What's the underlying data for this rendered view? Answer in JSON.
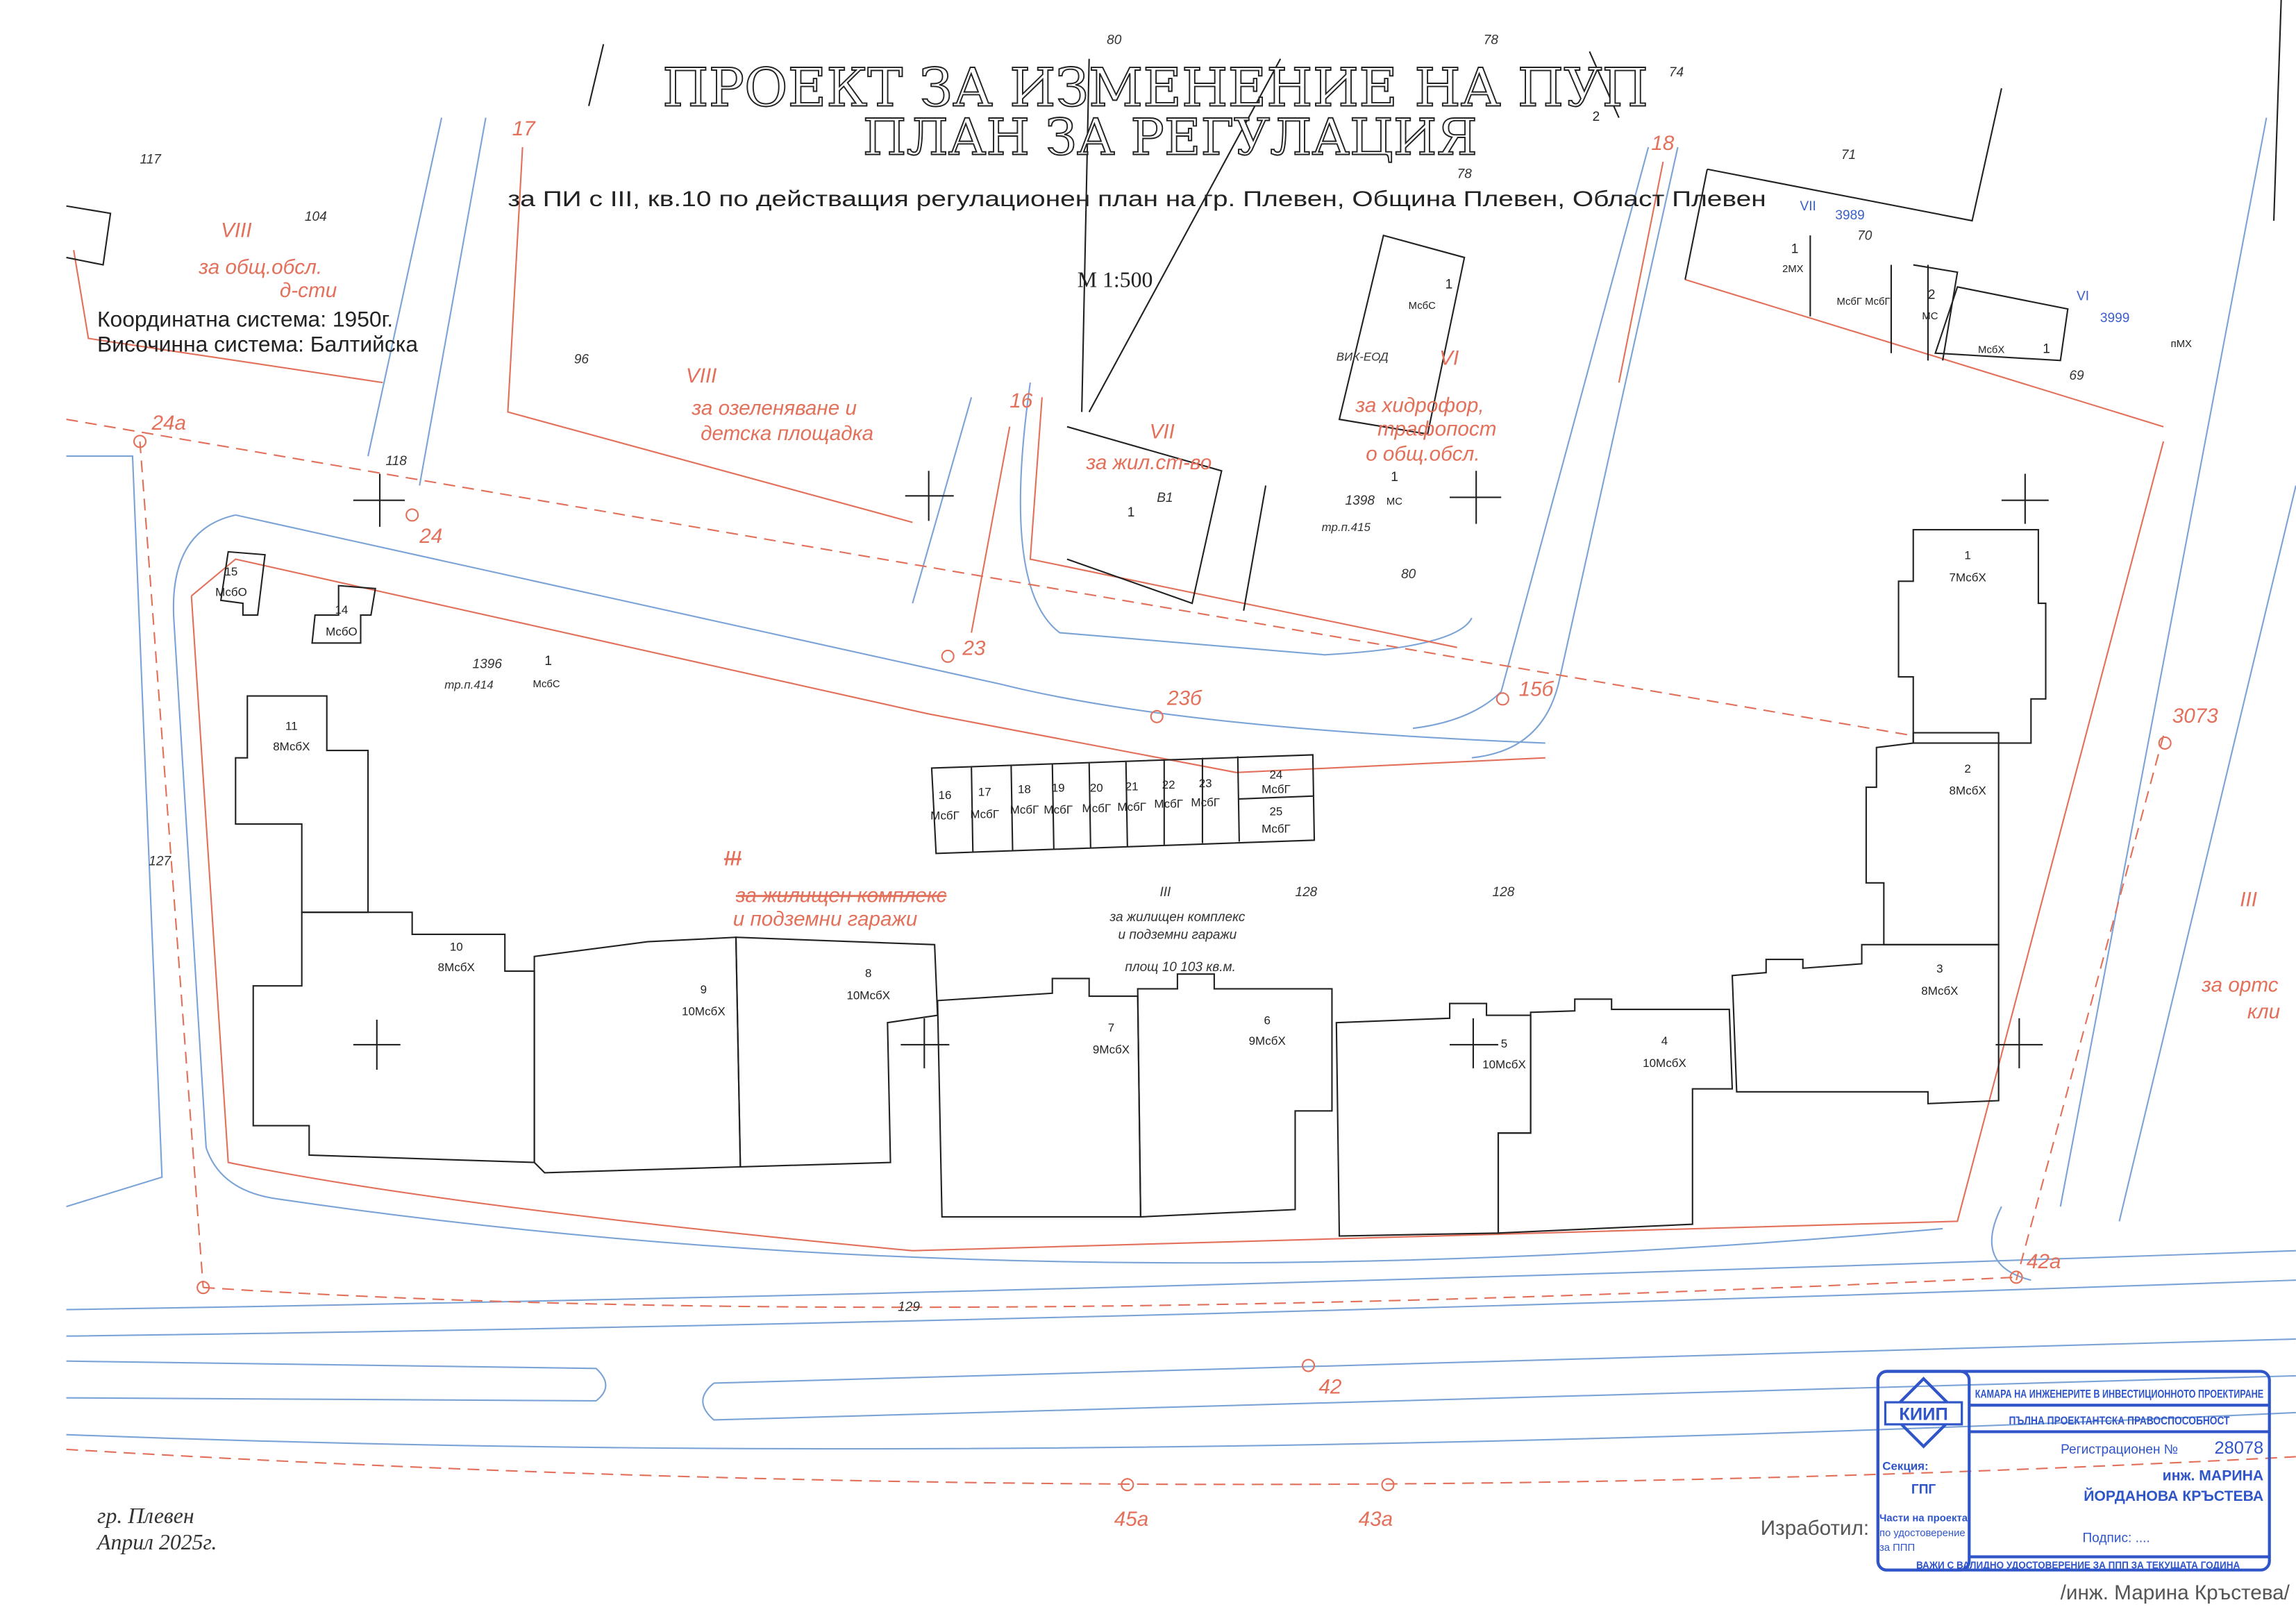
{
  "title": {
    "line1": "ПРОЕКТ ЗА ИЗМЕНЕНИЕ НА ПУП",
    "line2": "ПЛАН ЗА РЕГУЛАЦИЯ",
    "subtitle": "за ПИ с III, кв.10 по действащия регулационен план на гр. Плевен, Община Плевен, Област Плевен",
    "scale": "М 1:500"
  },
  "systems": {
    "coordinate": "Координатна система: 1950г.",
    "height": "Височинна система: Балтийска"
  },
  "footer": {
    "city": "гр. Плевен",
    "date": "Април 2025г.",
    "made_by": "Изработил:",
    "author": "/инж. Марина Кръстева/"
  },
  "stamp": {
    "logo": "КИИП",
    "chamber": "КАМАРА НА ИНЖЕНЕРИТЕ В ИНВЕСТИЦИОННОТО ПРОЕКТИРАНЕ",
    "capacity": "ПЪЛНА ПРОЕКТАНТСКА ПРАВОСПОСОБНОСТ",
    "reg_label": "Регистрационен №",
    "reg_no": "28078",
    "name1": "инж. МАРИНА",
    "name2": "ЙОРДАНОВА КРЪСТЕВА",
    "section_label": "Секция:",
    "section": "ГПГ",
    "parts_label": "Части на проекта:",
    "parts1": "по удостоверение",
    "parts2": "за ППП",
    "signature": "Подпис: ....",
    "validity": "ВАЖИ С ВАЛИДНО УДОСТОВЕРЕНИЕ ЗА ППП ЗА ТЕКУЩАТА ГОДИНА"
  },
  "regulation_labels": {
    "l17": "17",
    "l18": "18",
    "l16": "16",
    "l24a": "24а",
    "l24": "24",
    "l23": "23",
    "l23b": "23б",
    "l15b": "15б",
    "l3073": "3073",
    "l42a": "42а",
    "l42": "42",
    "l45a": "45а",
    "l43a": "43а",
    "viii_1": "VIII",
    "viii_1_use1": "за общ.обсл.",
    "viii_1_use2": "д-сти",
    "viii_2": "VIII",
    "viii_2_use1": "за озеленяване и",
    "viii_2_use2": "детска площадка",
    "vii": "VII",
    "vii_use": "за жил.ст-во",
    "vi": "VI",
    "vi_use1": "за хидрофор,",
    "vi_use2": "трафопост",
    "vi_use3": "о общ.обсл.",
    "iii_old": "III",
    "iii_old_use1": "за жилищен комплекс",
    "iii_old_use2": "и подземни гаражи",
    "iii_right": "III",
    "right_use1": "за ортс",
    "right_use2": "кли"
  },
  "cadastre_labels": {
    "p117": "117",
    "p104": "104",
    "p96": "96",
    "p118": "118",
    "p127": "127",
    "p129": "129",
    "p80": "80",
    "p78": "78",
    "p74": "74",
    "p71": "71",
    "p70": "70",
    "p69": "69",
    "p80b": "80",
    "p78b": "78",
    "p2top": "2",
    "p1398": "1398",
    "p1398b": "МС",
    "p1396": "1396",
    "tp414": "тр.п.414",
    "tp415": "тр.п.415",
    "vik": "ВИК-ЕОД",
    "one": "1",
    "msbs": "МсбС",
    "b1": "В1",
    "iii_new": "III",
    "q128a": "128",
    "q128b": "128",
    "new_use1": "за жилищен комплекс",
    "new_use2": "и подземни гаражи",
    "area": "площ 10 103 кв.м.",
    "vii_b": "VII",
    "n3989": "3989",
    "vi_b": "VI",
    "n3999": "3999",
    "tr1": "1",
    "tr1t": "2МХ",
    "tr2": "2",
    "tr2t": "МС",
    "trmsbg": "МсбГ МсбГ",
    "trmsbx": "МсбХ",
    "tr1b": "1",
    "pmx": "пМХ",
    "bvik1": "1",
    "bvikt": "МсбС"
  },
  "buildings": [
    {
      "no": "11",
      "type": "8МсбХ"
    },
    {
      "no": "10",
      "type": "8МсбХ"
    },
    {
      "no": "9",
      "type": "10МсбХ"
    },
    {
      "no": "8",
      "type": "10МсбХ"
    },
    {
      "no": "7",
      "type": "9МсбХ"
    },
    {
      "no": "6",
      "type": "9МсбХ"
    },
    {
      "no": "5",
      "type": "10МсбХ"
    },
    {
      "no": "4",
      "type": "10МсбХ"
    },
    {
      "no": "3",
      "type": "8МсбХ"
    },
    {
      "no": "2",
      "type": "8МсбХ"
    },
    {
      "no": "1",
      "type": "7МсбХ"
    },
    {
      "no": "15",
      "type": "МсбО"
    },
    {
      "no": "14",
      "type": "МсбО"
    }
  ],
  "garages": [
    {
      "no": "16",
      "type": "МсбГ"
    },
    {
      "no": "17",
      "type": "МсбГ"
    },
    {
      "no": "18",
      "type": "МсбГ"
    },
    {
      "no": "19",
      "type": "МсбГ"
    },
    {
      "no": "20",
      "type": "МсбГ"
    },
    {
      "no": "21",
      "type": "МсбГ"
    },
    {
      "no": "22",
      "type": "МсбГ"
    },
    {
      "no": "23",
      "type": "МсбГ"
    },
    {
      "no": "24",
      "type": "МсбГ"
    },
    {
      "no": "25",
      "type": "МсбГ"
    }
  ]
}
